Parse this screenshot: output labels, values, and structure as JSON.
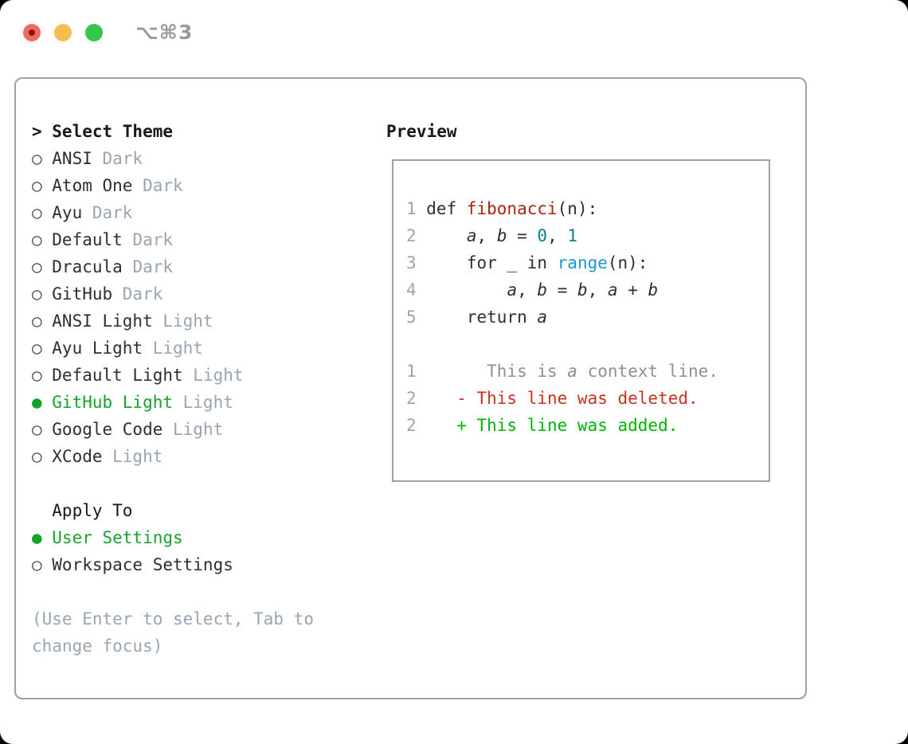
{
  "titlebar": {
    "title": "⌥⌘3"
  },
  "icons": {
    "radio_unselected": "○",
    "radio_selected": "●"
  },
  "left": {
    "prompt": ">",
    "title": "Select Theme",
    "themes": [
      {
        "name": "ANSI",
        "variant": "Dark",
        "selected": false
      },
      {
        "name": "Atom One",
        "variant": "Dark",
        "selected": false
      },
      {
        "name": "Ayu",
        "variant": "Dark",
        "selected": false
      },
      {
        "name": "Default",
        "variant": "Dark",
        "selected": false
      },
      {
        "name": "Dracula",
        "variant": "Dark",
        "selected": false
      },
      {
        "name": "GitHub",
        "variant": "Dark",
        "selected": false
      },
      {
        "name": "ANSI Light",
        "variant": "Light",
        "selected": false
      },
      {
        "name": "Ayu Light",
        "variant": "Light",
        "selected": false
      },
      {
        "name": "Default Light",
        "variant": "Light",
        "selected": false
      },
      {
        "name": "GitHub Light",
        "variant": "Light",
        "selected": true
      },
      {
        "name": "Google Code",
        "variant": "Light",
        "selected": false
      },
      {
        "name": "XCode",
        "variant": "Light",
        "selected": false
      }
    ],
    "apply_to": {
      "title": "Apply To",
      "options": [
        {
          "label": "User Settings",
          "selected": true
        },
        {
          "label": "Workspace Settings",
          "selected": false
        }
      ]
    },
    "hint": "(Use Enter to select, Tab to change focus)"
  },
  "preview": {
    "title": "Preview",
    "lines": [
      {
        "num": "1",
        "tokens": [
          [
            "plain",
            "def "
          ],
          [
            "fn",
            "fibonacci"
          ],
          [
            "plain",
            "(n):"
          ]
        ]
      },
      {
        "num": "2",
        "tokens": [
          [
            "plain",
            "    "
          ],
          [
            "var",
            "a"
          ],
          [
            "plain",
            ", "
          ],
          [
            "var",
            "b"
          ],
          [
            "plain",
            " = "
          ],
          [
            "lit",
            "0"
          ],
          [
            "plain",
            ", "
          ],
          [
            "lit",
            "1"
          ]
        ]
      },
      {
        "num": "3",
        "tokens": [
          [
            "plain",
            "    for _ in "
          ],
          [
            "call",
            "range"
          ],
          [
            "plain",
            "(n):"
          ]
        ]
      },
      {
        "num": "4",
        "tokens": [
          [
            "plain",
            "        "
          ],
          [
            "var",
            "a"
          ],
          [
            "plain",
            ", "
          ],
          [
            "var",
            "b"
          ],
          [
            "plain",
            " = "
          ],
          [
            "var",
            "b"
          ],
          [
            "plain",
            ", "
          ],
          [
            "var",
            "a"
          ],
          [
            "plain",
            " + "
          ],
          [
            "var",
            "b"
          ]
        ]
      },
      {
        "num": "5",
        "tokens": [
          [
            "plain",
            "    return "
          ],
          [
            "var",
            "a"
          ]
        ]
      },
      {
        "num": "",
        "tokens": []
      },
      {
        "num": "1",
        "tokens": [
          [
            "ctx",
            "      This is "
          ],
          [
            "ctxv",
            "a"
          ],
          [
            "ctx",
            " context line."
          ]
        ]
      },
      {
        "num": "2",
        "tokens": [
          [
            "del",
            "   - This line was deleted."
          ]
        ]
      },
      {
        "num": "2",
        "tokens": [
          [
            "add",
            "   + This line was added."
          ]
        ]
      }
    ]
  },
  "colors": {
    "accent_green": "#14a32b",
    "added_green": "#00b407",
    "deleted_red": "#c8321f",
    "function_red": "#ad2212",
    "literal_teal": "#0c8089",
    "call_blue": "#1a96d4",
    "muted_gray": "#9aa5b2",
    "context_gray": "#8b9097",
    "border_gray": "#98a1ad",
    "traffic_close": "#ee6a5f",
    "traffic_minimize": "#f6bd4f",
    "traffic_zoom": "#37c649"
  }
}
